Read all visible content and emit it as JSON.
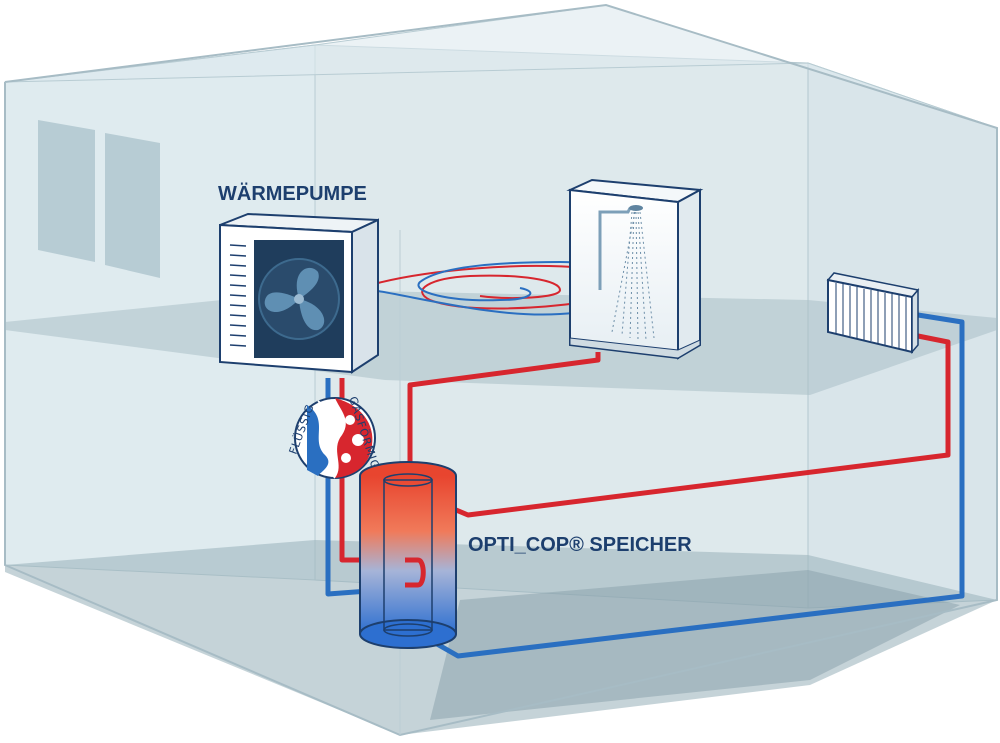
{
  "labels": {
    "heat_pump": "WÄRMEPUMPE",
    "storage": "OPTI_COP® SPEICHER",
    "liquid": "FLÜSSIG",
    "gaseous": "GASFÖRMIG"
  },
  "colors": {
    "hot_pipe": "#d7262e",
    "cold_pipe": "#2a6fc1",
    "wall_fill": "#cfdfe6",
    "label_text": "#1d3f6e"
  },
  "icons": [
    "heat-pump-icon",
    "fan-icon",
    "shower-icon",
    "radiator-icon",
    "storage-tank-icon",
    "refrigerant-state-icon"
  ]
}
